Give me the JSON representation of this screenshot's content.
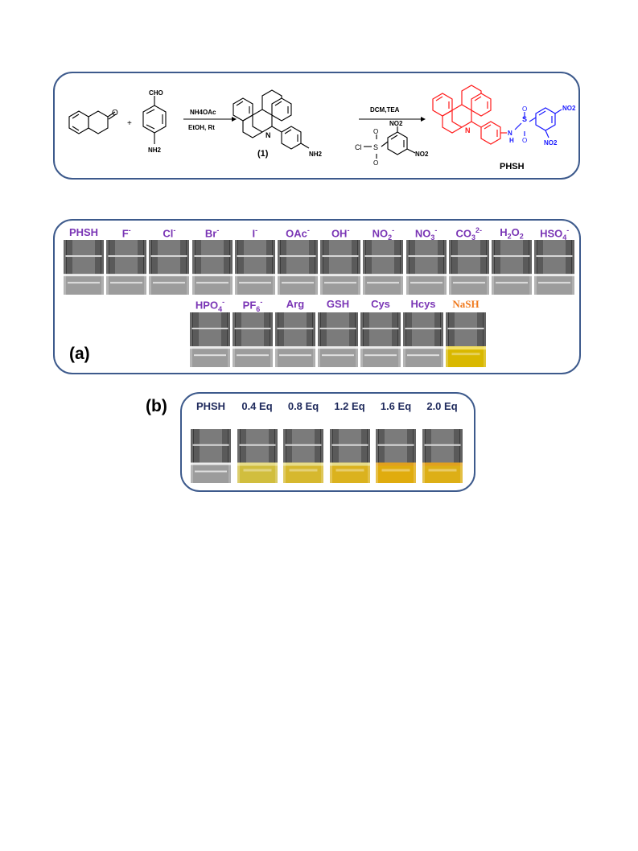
{
  "scheme": {
    "reagents_step1": "NH4OAc",
    "conditions_step1": "EtOH, Rt",
    "reagents_step2": "DCM,TEA",
    "intermediate_label": "(1)",
    "product_label": "PHSH",
    "plus_sign": "+",
    "aldehyde_group": "CHO",
    "ketone_o": "O",
    "amine_group": "NH2",
    "pyridine_n": "N",
    "sulfonyl_cl": "Cl",
    "sulfonyl_s": "S",
    "sulfonyl_o": "O",
    "nitro_group": "NO2",
    "sulfonamide_nh": "N",
    "sulfonamide_h": "H",
    "colors": {
      "pyridine_core": "#ff1a1a",
      "sulfonyl_part": "#1a1aff",
      "text": "#000000"
    }
  },
  "panel_a": {
    "tag": "(a)",
    "row1": [
      {
        "label": "PHSH",
        "color": "clear"
      },
      {
        "label": "F",
        "sup": "-",
        "color": "clear"
      },
      {
        "label": "Cl",
        "sup": "-",
        "color": "clear"
      },
      {
        "label": "Br",
        "sup": "-",
        "color": "clear"
      },
      {
        "label": "I",
        "sup": "-",
        "color": "clear"
      },
      {
        "label": "OAc",
        "sup": "-",
        "color": "clear"
      },
      {
        "label": "OH",
        "sup": "-",
        "color": "clear"
      },
      {
        "label": "NO",
        "sub": "2",
        "sup": "-",
        "color": "clear"
      },
      {
        "label": "NO",
        "sub": "3",
        "sup": "-",
        "color": "clear"
      },
      {
        "label": "CO",
        "sub": "3",
        "sup": "2-",
        "color": "clear"
      },
      {
        "label": "H",
        "sub": "2",
        "label2": "O",
        "sub2": "2",
        "color": "clear"
      },
      {
        "label": "HSO",
        "sub": "4",
        "sup": "-",
        "color": "clear"
      }
    ],
    "row2": [
      {
        "label": "HPO",
        "sub": "4",
        "sup": "-",
        "color": "clear"
      },
      {
        "label": "PF",
        "sub": "6",
        "sup": "-",
        "color": "clear"
      },
      {
        "label": "Arg",
        "color": "clear"
      },
      {
        "label": "GSH",
        "color": "clear"
      },
      {
        "label": "Cys",
        "color": "clear"
      },
      {
        "label": "Hcys",
        "color": "clear"
      },
      {
        "label": "NaSH",
        "color": "yellow",
        "highlight": true
      }
    ],
    "label_color": "#7a35b5",
    "highlight_color": "#f07a1e"
  },
  "panel_b": {
    "tag": "(b)",
    "vials": [
      {
        "label": "PHSH",
        "intensity": 0
      },
      {
        "label": "0.4 Eq",
        "intensity": 0.35
      },
      {
        "label": "0.8 Eq",
        "intensity": 0.55
      },
      {
        "label": "1.2 Eq",
        "intensity": 0.75
      },
      {
        "label": "1.6 Eq",
        "intensity": 0.95
      },
      {
        "label": "2.0 Eq",
        "intensity": 0.85
      }
    ],
    "label_color": "#1f2a5c"
  },
  "colors": {
    "frame": "#3d5a8c"
  }
}
